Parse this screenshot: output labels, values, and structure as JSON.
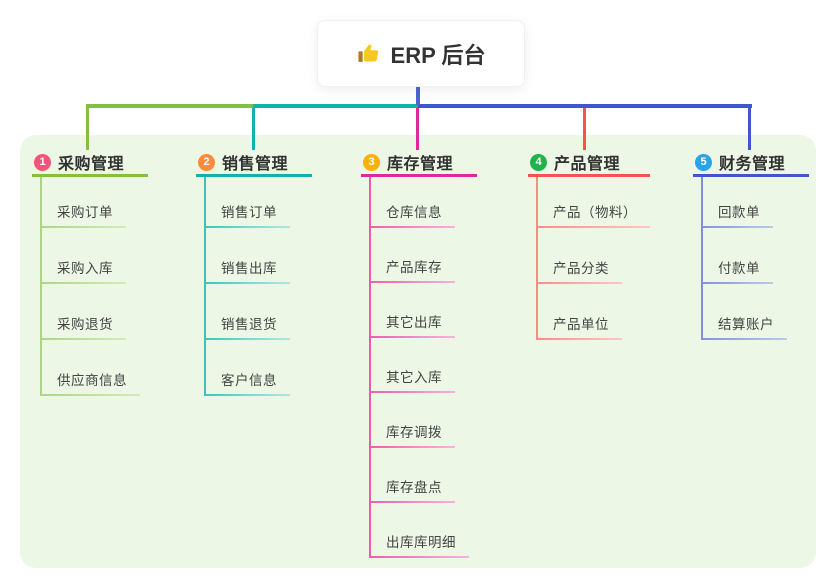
{
  "root": {
    "title": "ERP 后台",
    "icon": "thumbs-up"
  },
  "panel": {
    "background": "#ecf7e6"
  },
  "connectors": {
    "stem_color": "#4d63d0"
  },
  "branches": [
    {
      "num": "1",
      "label": "采购管理",
      "colors": {
        "badge": "#f4547a",
        "line": "#82c043",
        "child_line": "#abd585",
        "child_line_fade": "#d3ecba"
      },
      "children": [
        "采购订单",
        "采购入库",
        "采购退货",
        "供应商信息"
      ]
    },
    {
      "num": "2",
      "label": "销售管理",
      "colors": {
        "badge": "#fb8b3d",
        "line": "#12b2ab",
        "child_line": "#3dc3bc",
        "child_line_fade": "#b5e7e3"
      },
      "children": [
        "销售订单",
        "销售出库",
        "销售退货",
        "客户信息"
      ]
    },
    {
      "num": "3",
      "label": "库存管理",
      "colors": {
        "badge": "#fbb00c",
        "line": "#dd289e",
        "child_line": "#ec5cae",
        "child_line_fade": "#f7b4db"
      },
      "children": [
        "仓库信息",
        "产品库存",
        "其它出库",
        "其它入库",
        "库存调拨",
        "库存盘点",
        "出库库明细"
      ]
    },
    {
      "num": "4",
      "label": "产品管理",
      "colors": {
        "badge": "#21b24c",
        "line": "#f5544a",
        "child_line": "#f58d85",
        "child_line_fade": "#fbc9c5"
      },
      "children": [
        "产品（物料）",
        "产品分类",
        "产品单位"
      ]
    },
    {
      "num": "5",
      "label": "财务管理",
      "colors": {
        "badge": "#29a3e9",
        "line": "#3f56d0",
        "child_line": "#8091d6",
        "child_line_fade": "#c0c9ec"
      },
      "children": [
        "回款单",
        "付款单",
        "结算账户"
      ]
    }
  ]
}
